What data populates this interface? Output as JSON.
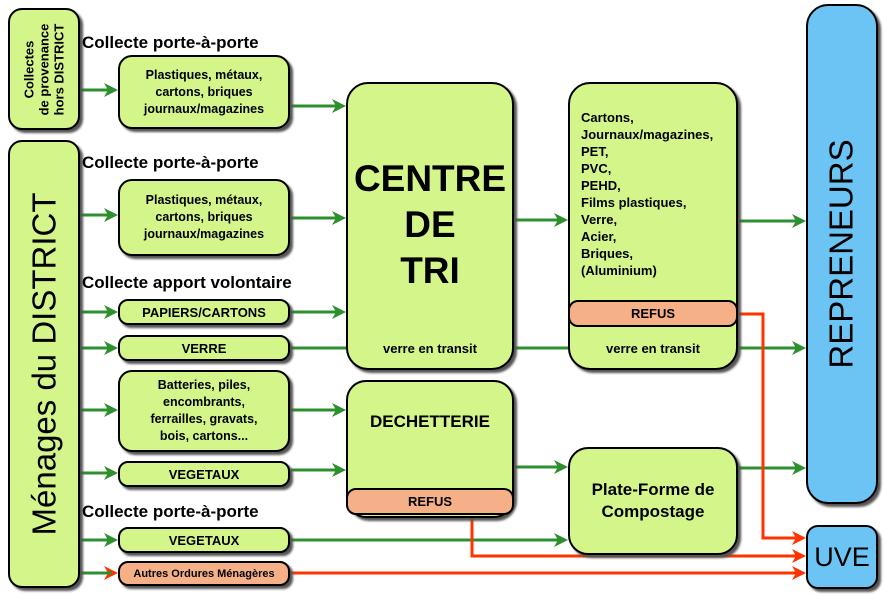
{
  "left": {
    "hors_district": [
      "Collectes",
      "de provenance",
      "hors DISTRICT"
    ],
    "menages": "Ménages du DISTRICT"
  },
  "labels": {
    "porte1": "Collecte porte-à-porte",
    "porte2": "Collecte porte-à-porte",
    "apport": "Collecte apport volontaire",
    "porte3": "Collecte porte-à-porte"
  },
  "inputs": {
    "recyc1": [
      "Plastiques, métaux,",
      "cartons, briques",
      "journaux/magazines"
    ],
    "recyc2": [
      "Plastiques, métaux,",
      "cartons, briques",
      "journaux/magazines"
    ],
    "papiers": "PAPIERS/CARTONS",
    "verre": "VERRE",
    "dechets": [
      "Batteries, piles,",
      "encombrants,",
      "ferrailles, gravats,",
      "bois, cartons..."
    ],
    "vegetaux1": "VEGETAUX",
    "vegetaux2": "VEGETAUX",
    "autres": "Autres Ordures Ménagères"
  },
  "centre": {
    "title": [
      "CENTRE",
      "DE",
      "TRI"
    ],
    "verre_transit": "verre en transit"
  },
  "outputs": {
    "materials": [
      "Cartons,",
      "Journaux/magazines,",
      "PET,",
      "PVC,",
      "PEHD,",
      "Films plastiques,",
      "Verre,",
      "Acier,",
      "Briques,",
      "(Aluminium)"
    ],
    "refus": "REFUS",
    "verre_transit": "verre en transit"
  },
  "dechetterie": {
    "title": "DECHETTERIE",
    "refus": "REFUS"
  },
  "compostage": [
    "Plate-Forme de",
    "Compostage"
  ],
  "repreneurs": "REPRENEURS",
  "uve": "UVE",
  "colors": {
    "box": "#d4f58a",
    "refus": "#f5b087",
    "blue": "#6cc4f5",
    "green_arrow": "#2d8f2d",
    "red_arrow": "#ff3300"
  }
}
